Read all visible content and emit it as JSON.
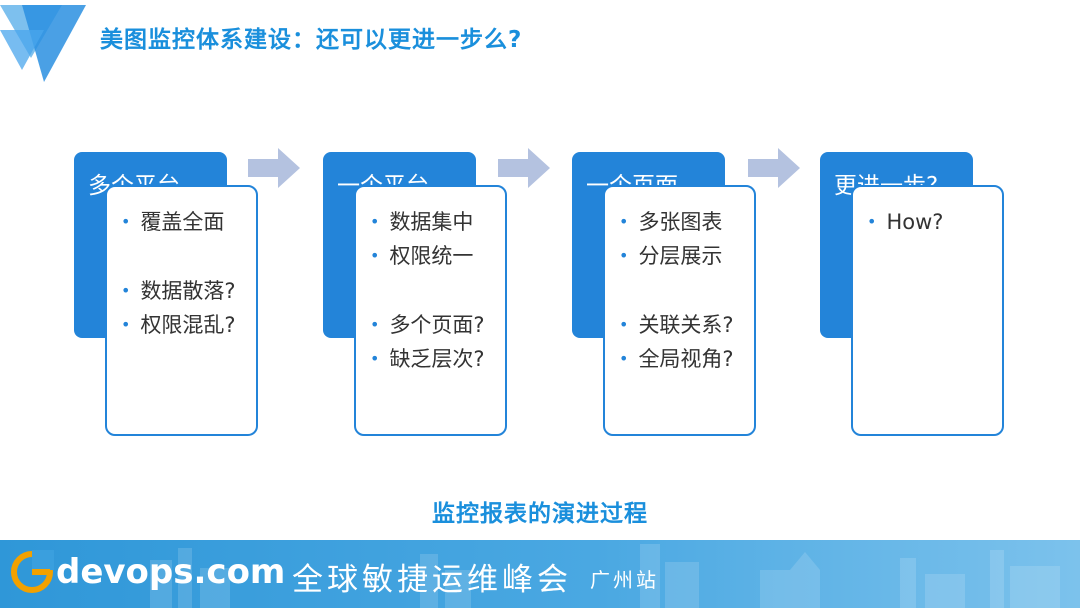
{
  "header": {
    "title": "美图监控体系建设：还可以更进一步么?",
    "accent_color": "#1a8fdc"
  },
  "stages": [
    {
      "label": "多个平台",
      "bullets": [
        "覆盖全面",
        "数据散落?",
        "权限混乱?"
      ]
    },
    {
      "label": "一个平台",
      "bullets": [
        "数据集中",
        "权限统一",
        "多个页面?",
        "缺乏层次?"
      ]
    },
    {
      "label": "一个页面",
      "bullets": [
        "多张图表",
        "分层展示",
        "关联关系?",
        "全局视角?"
      ]
    },
    {
      "label": "更进一步?",
      "bullets": [
        "How?"
      ]
    }
  ],
  "caption": "监控报表的演进过程",
  "footer": {
    "brand": "devops.com",
    "slogan": "全球敏捷运维峰会",
    "city": "广州站"
  },
  "colors": {
    "card_blue": "#2384d9",
    "arrow": "#b4c2e0",
    "footer": "#3a9fde"
  },
  "icons": [
    "triangle-logo-icon",
    "arrow-right-icon",
    "bullet-dot-icon",
    "gdevops-g-icon"
  ]
}
